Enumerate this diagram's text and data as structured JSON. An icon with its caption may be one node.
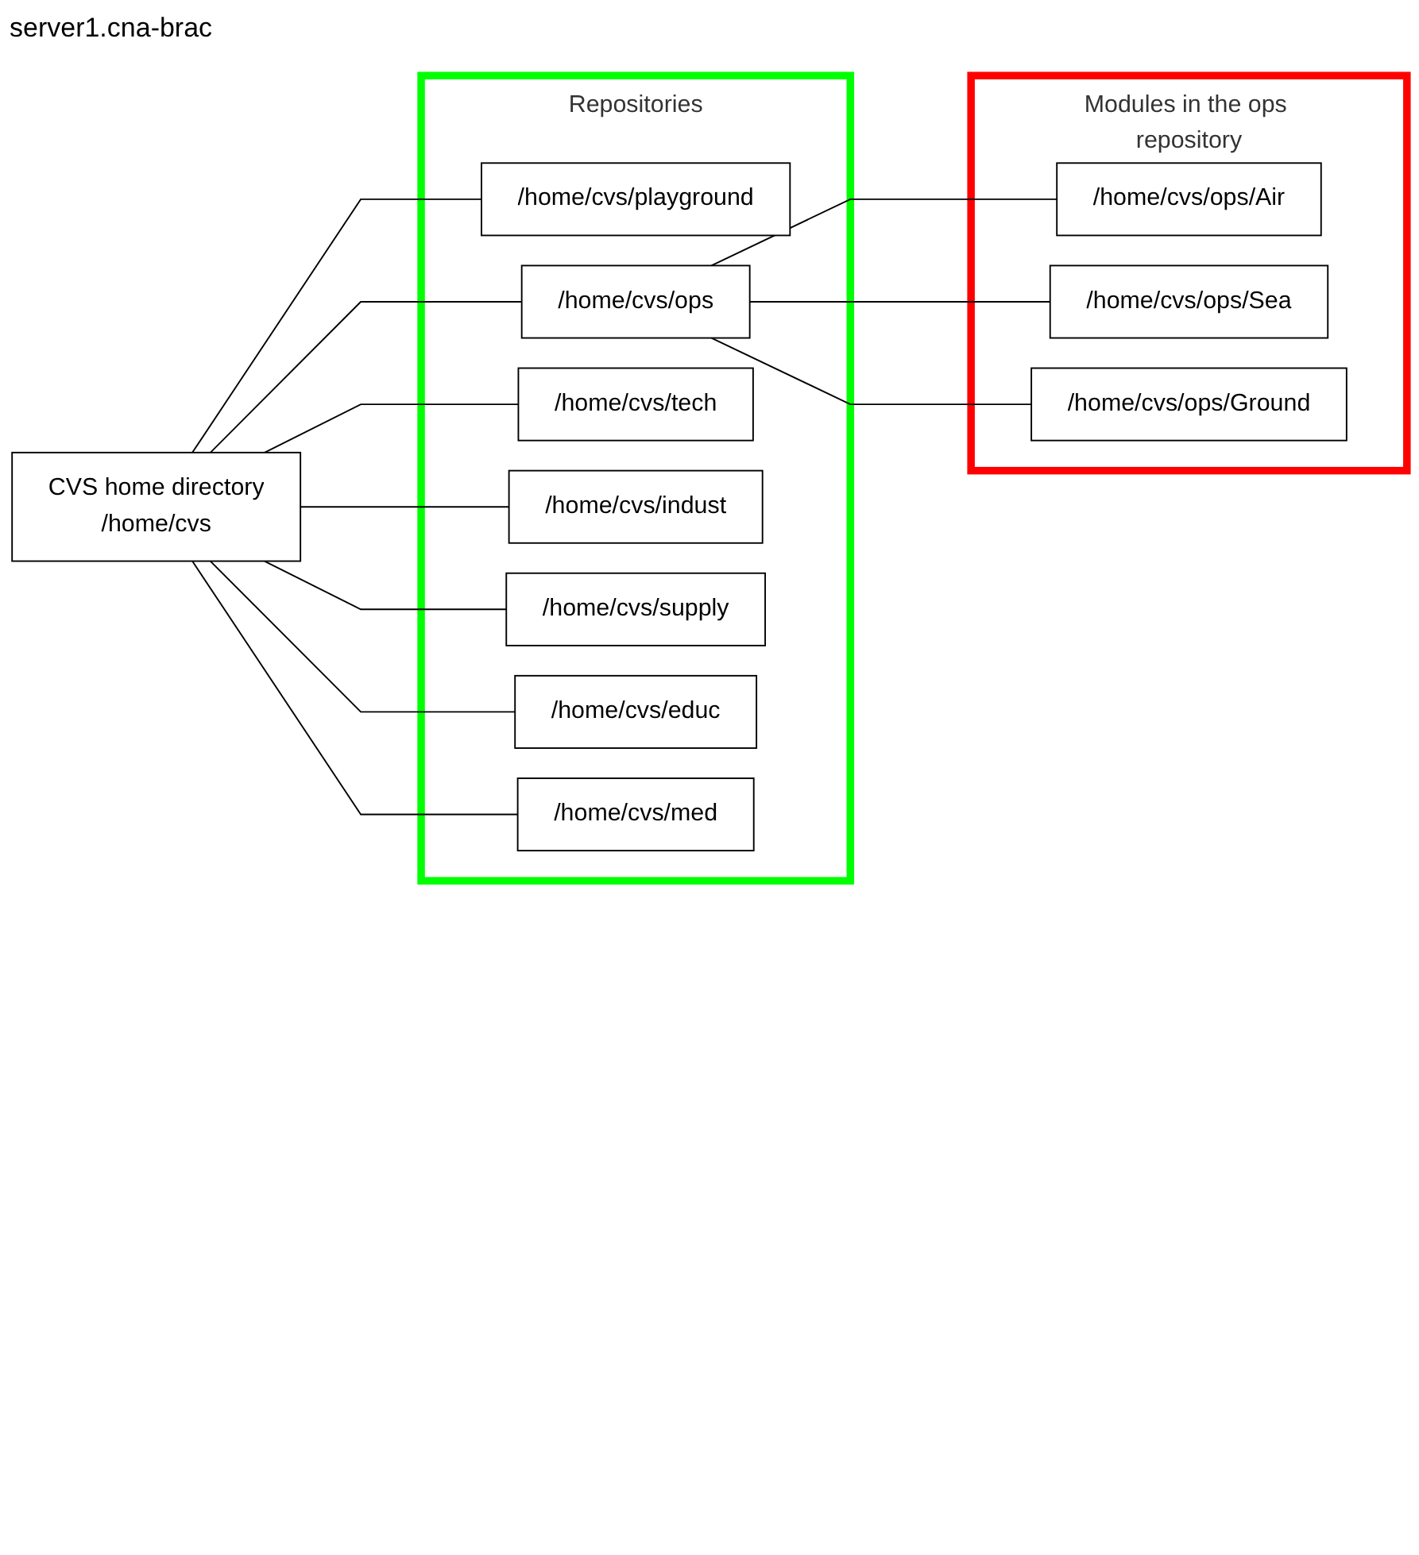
{
  "diagram": {
    "title": "server1.cna-brac",
    "nodes": [
      {
        "text": [
          "CVS home directory",
          "/home/cvs"
        ]
      },
      {
        "text": [
          "Repositories"
        ]
      },
      {
        "text": [
          "/home/cvs/playground"
        ],
        "in": 1
      },
      {
        "text": [
          "/home/cvs/ops"
        ],
        "in": 1
      },
      {
        "text": [
          "/home/cvs/tech"
        ],
        "in": 1
      },
      {
        "text": [
          "/home/cvs/indust"
        ],
        "in": 1
      },
      {
        "text": [
          "/home/cvs/supply"
        ],
        "in": 1
      },
      {
        "text": [
          "/home/cvs/educ"
        ],
        "in": 1
      },
      {
        "text": [
          "/home/cvs/med"
        ],
        "in": 1
      },
      {
        "text": [
          "Modules in the ops repository"
        ]
      },
      {
        "text": [
          "/home/cvs/ops/Air"
        ],
        "in": 9
      },
      {
        "text": [
          "/home/cvs/ops/Sea"
        ],
        "in": 9
      },
      {
        "text": [
          "/home/cvs/ops/Ground"
        ],
        "in": 9
      }
    ],
    "edges": [
      {
        "from": 0,
        "to": 2,
        "arrow": "none"
      },
      {
        "from": 0,
        "to": 3,
        "arrow": "none"
      },
      {
        "from": 0,
        "to": 4,
        "arrow": "none"
      },
      {
        "from": 0,
        "to": 5,
        "arrow": "none"
      },
      {
        "from": 0,
        "to": 6,
        "arrow": "none"
      },
      {
        "from": 0,
        "to": 7,
        "arrow": "none"
      },
      {
        "from": 0,
        "to": 8,
        "arrow": "none"
      },
      {
        "from": 3,
        "to": 10,
        "arrow": "none"
      },
      {
        "from": 3,
        "to": 11,
        "arrow": "none"
      },
      {
        "from": 3,
        "to": 12,
        "arrow": "none"
      }
    ]
  }
}
